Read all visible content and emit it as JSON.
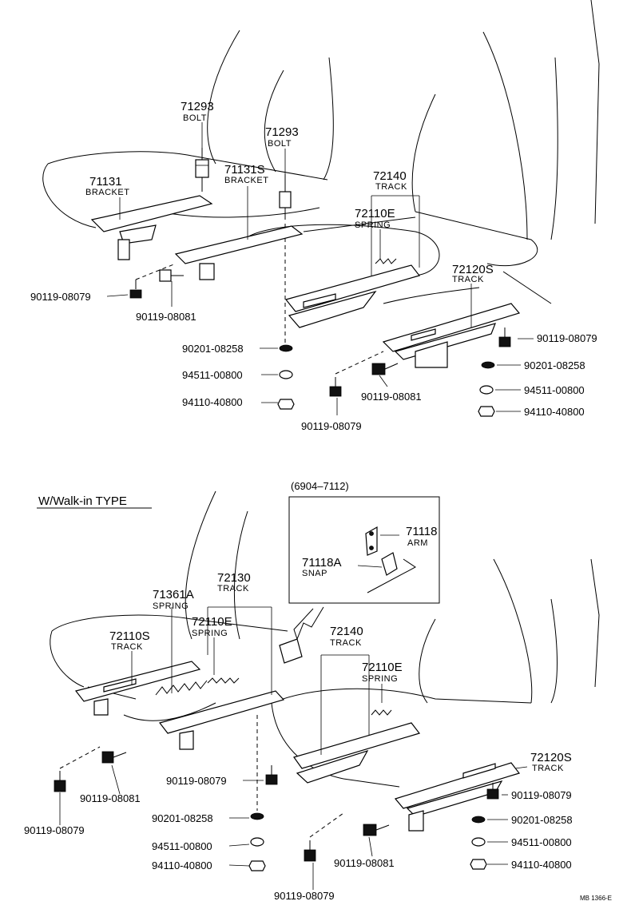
{
  "top": {
    "bolt1": {
      "num": "71293",
      "cap": "BOLT"
    },
    "bolt2": {
      "num": "71293",
      "cap": "BOLT"
    },
    "bracket1": {
      "num": "71131",
      "cap": "BRACKET"
    },
    "bracket2": {
      "num": "71131S",
      "cap": "BRACKET"
    },
    "track1": {
      "num": "72140",
      "cap": "TRACK"
    },
    "spring1": {
      "num": "72110E",
      "cap": "SPRING"
    },
    "track2": {
      "num": "72120S",
      "cap": "TRACK"
    },
    "p_a": "90119-08079",
    "p_b": "90119-08081",
    "p_c": "90201-08258",
    "p_d": "94511-00800",
    "p_e": "94110-40800",
    "p_f": "90119-08081",
    "p_g": "90119-08079",
    "p_h": "90119-08079",
    "p_i": "90201-08258",
    "p_j": "94511-00800",
    "p_k": "94110-40800"
  },
  "bottom": {
    "title": "W/Walk-in TYPE",
    "inset": {
      "range": "(6904–7112)",
      "arm": {
        "num": "71118",
        "cap": "ARM"
      },
      "snap": {
        "num": "71118A",
        "cap": "SNAP"
      }
    },
    "spring_walk": {
      "num": "71361A",
      "cap": "SPRING"
    },
    "track_a": {
      "num": "72130",
      "cap": "TRACK"
    },
    "track_b": {
      "num": "72110S",
      "cap": "TRACK"
    },
    "spring_a": {
      "num": "72110E",
      "cap": "SPRING"
    },
    "track_c": {
      "num": "72140",
      "cap": "TRACK"
    },
    "spring_b": {
      "num": "72110E",
      "cap": "SPRING"
    },
    "track_d": {
      "num": "72120S",
      "cap": "TRACK"
    },
    "p_a": "90119-08079",
    "p_b": "90119-08081",
    "p_c": "90119-08079",
    "p_d": "90201-08258",
    "p_e": "94511-00800",
    "p_f": "94110-40800",
    "p_g": "90119-08081",
    "p_h": "90119-08079",
    "p_i": "90119-08079",
    "p_j": "90201-08258",
    "p_k": "94511-00800",
    "p_l": "94110-40800"
  },
  "footer": {
    "ref": "MB 1366-E"
  }
}
